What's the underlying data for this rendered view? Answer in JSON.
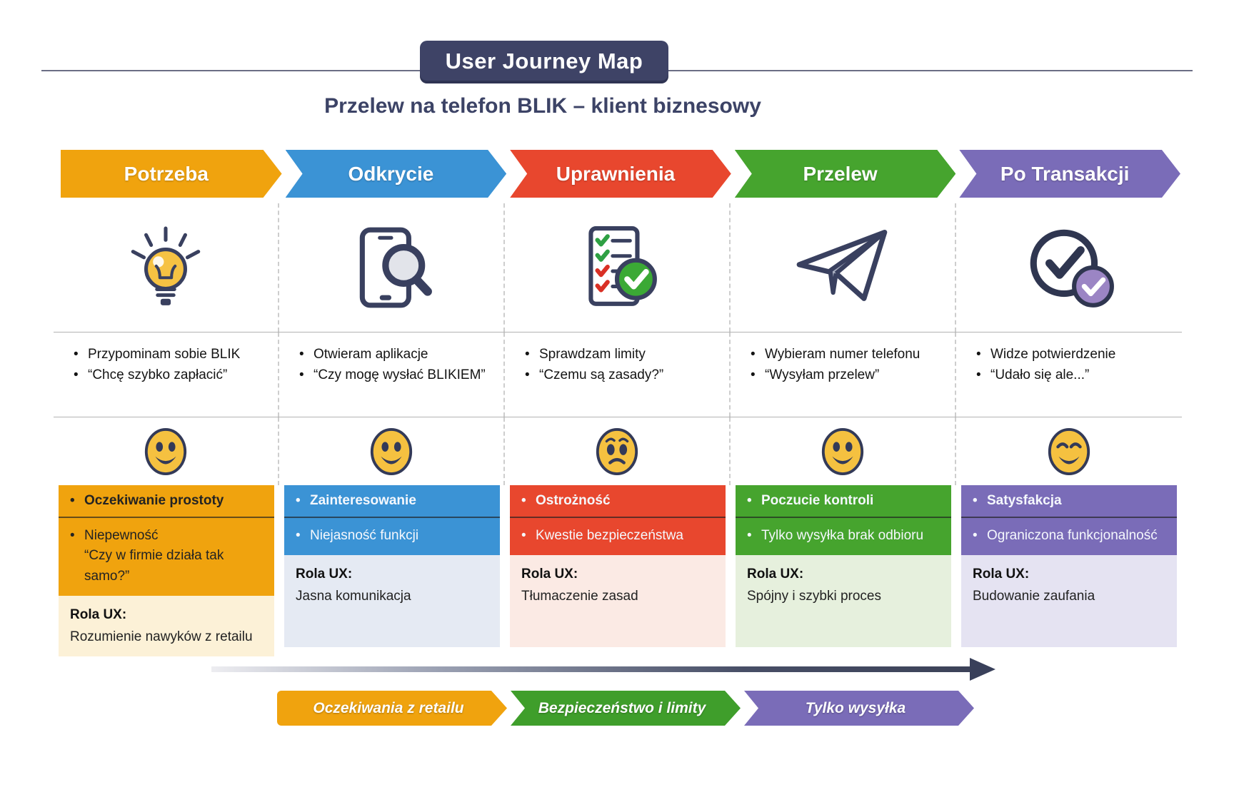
{
  "header": {
    "badge": "User Journey Map",
    "subtitle": "Przelew na telefon BLIK – klient biznesowy"
  },
  "stages": [
    {
      "name": "Potrzeba",
      "color": "#F0A30E",
      "icon": "lightbulb-icon",
      "mood": "happy",
      "actions": [
        "Przypominam sobie BLIK",
        "“Chcę szybko zapłacić”"
      ],
      "emotions": {
        "primary": "Oczekiwanie prostoty",
        "secondary": "Niepewność",
        "secondary_quote": "“Czy w firmie działa tak samo?”"
      },
      "ux": {
        "label": "Rola UX:",
        "text": "Rozumienie nawyków z retailu"
      }
    },
    {
      "name": "Odkrycie",
      "color": "#3B93D5",
      "icon": "phone-search-icon",
      "mood": "happy",
      "actions": [
        "Otwieram aplikacje",
        "“Czy mogę wysłać BLIKIEM”"
      ],
      "emotions": {
        "primary": "Zainteresowanie",
        "secondary": "Niejasność funkcji"
      },
      "ux": {
        "label": "Rola UX:",
        "text": "Jasna komunikacja"
      }
    },
    {
      "name": "Uprawnienia",
      "color": "#E8472E",
      "icon": "checklist-icon",
      "mood": "worried",
      "actions": [
        "Sprawdzam limity",
        "“Czemu są zasady?”"
      ],
      "emotions": {
        "primary": "Ostrożność",
        "secondary": "Kwestie bezpieczeństwa"
      },
      "ux": {
        "label": "Rola UX:",
        "text": "Tłumaczenie zasad"
      }
    },
    {
      "name": "Przelew",
      "color": "#46A42E",
      "icon": "paper-plane-icon",
      "mood": "happy",
      "actions": [
        "Wybieram numer telefonu",
        "“Wysyłam przelew”"
      ],
      "emotions": {
        "primary": "Poczucie kontroli",
        "secondary": "Tylko wysyłka brak odbioru"
      },
      "ux": {
        "label": "Rola UX:",
        "text": "Spójny i szybki proces"
      }
    },
    {
      "name": "Po Transakcji",
      "color": "#7A6CB8",
      "icon": "double-check-icon",
      "mood": "delighted",
      "actions": [
        "Widze potwierdzenie",
        "“Udało się ale...”"
      ],
      "emotions": {
        "primary": "Satysfakcja",
        "secondary": "Ograniczona funkcjonalność"
      },
      "ux": {
        "label": "Rola UX:",
        "text": "Budowanie zaufania"
      }
    }
  ],
  "footer": {
    "labels": [
      "Oczekiwania z retailu",
      "Bezpieczeństwo i limity",
      "Tylko wysyłka"
    ],
    "colors": [
      "#F0A30E",
      "#3F9E2B",
      "#7A6CB8"
    ]
  },
  "palette": {
    "navy": "#3C4366",
    "emoji_yellow": "#F5C140",
    "ux_boxes": [
      "#FCF1D7",
      "#E5EAF3",
      "#FBEAE4",
      "#E6F0DD",
      "#E5E3F2"
    ]
  }
}
